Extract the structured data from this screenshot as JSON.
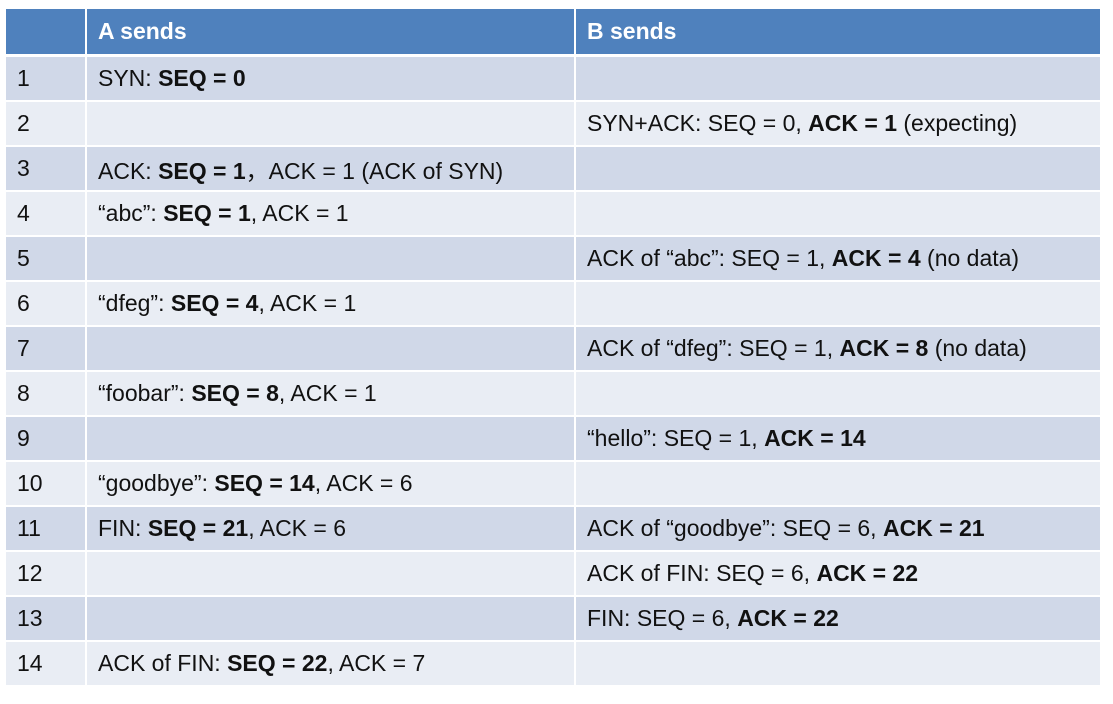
{
  "header": [
    "",
    "A sends",
    "B sends"
  ],
  "rows": [
    {
      "num": "1",
      "a": [
        {
          "t": "SYN: "
        },
        {
          "t": "SEQ = 0",
          "b": true
        }
      ],
      "b": []
    },
    {
      "num": "2",
      "a": [],
      "b": [
        {
          "t": "SYN+ACK: SEQ = 0, "
        },
        {
          "t": "ACK = 1",
          "b": true
        },
        {
          "t": " (expecting)"
        }
      ]
    },
    {
      "num": "3",
      "a": [
        {
          "t": "ACK: "
        },
        {
          "t": "SEQ = 1",
          "b": true
        },
        {
          "t": "，ACK = 1 (ACK of SYN)"
        }
      ],
      "b": []
    },
    {
      "num": "4",
      "a": [
        {
          "t": "“abc”: "
        },
        {
          "t": "SEQ = 1",
          "b": true
        },
        {
          "t": ", ACK = 1"
        }
      ],
      "b": []
    },
    {
      "num": "5",
      "a": [],
      "b": [
        {
          "t": "ACK of “abc”: SEQ = 1, "
        },
        {
          "t": "ACK = 4",
          "b": true
        },
        {
          "t": " (no data)"
        }
      ]
    },
    {
      "num": "6",
      "a": [
        {
          "t": "“dfeg”: "
        },
        {
          "t": "SEQ = 4",
          "b": true
        },
        {
          "t": ", ACK = 1"
        }
      ],
      "b": []
    },
    {
      "num": "7",
      "a": [],
      "b": [
        {
          "t": "ACK of “dfeg”: SEQ = 1, "
        },
        {
          "t": "ACK = 8",
          "b": true
        },
        {
          "t": " (no data)"
        }
      ]
    },
    {
      "num": "8",
      "a": [
        {
          "t": "“foobar”: "
        },
        {
          "t": "SEQ = 8",
          "b": true
        },
        {
          "t": ", ACK = 1"
        }
      ],
      "b": []
    },
    {
      "num": "9",
      "a": [],
      "b": [
        {
          "t": "“hello”: SEQ = 1, "
        },
        {
          "t": "ACK = 14",
          "b": true
        }
      ]
    },
    {
      "num": "10",
      "a": [
        {
          "t": "“goodbye”: "
        },
        {
          "t": "SEQ = 14",
          "b": true
        },
        {
          "t": ", ACK = 6"
        }
      ],
      "b": []
    },
    {
      "num": "11",
      "a": [
        {
          "t": "FIN: "
        },
        {
          "t": "SEQ = 21",
          "b": true
        },
        {
          "t": ", ACK = 6"
        }
      ],
      "b": [
        {
          "t": "ACK of “goodbye”: SEQ = 6, "
        },
        {
          "t": "ACK = 21",
          "b": true
        }
      ]
    },
    {
      "num": "12",
      "a": [],
      "b": [
        {
          "t": "ACK of FIN: SEQ = 6, "
        },
        {
          "t": "ACK = 22",
          "b": true
        }
      ]
    },
    {
      "num": "13",
      "a": [],
      "b": [
        {
          "t": "FIN: SEQ = 6, "
        },
        {
          "t": "ACK = 22",
          "b": true
        }
      ]
    },
    {
      "num": "14",
      "a": [
        {
          "t": "ACK of FIN: "
        },
        {
          "t": "SEQ = 22",
          "b": true
        },
        {
          "t": ", ACK = 7"
        }
      ],
      "b": []
    }
  ],
  "colors": {
    "header_bg": "#4f81bd",
    "row_odd": "#d0d8e8",
    "row_even": "#e9edf4",
    "header_text": "#ffffff"
  }
}
